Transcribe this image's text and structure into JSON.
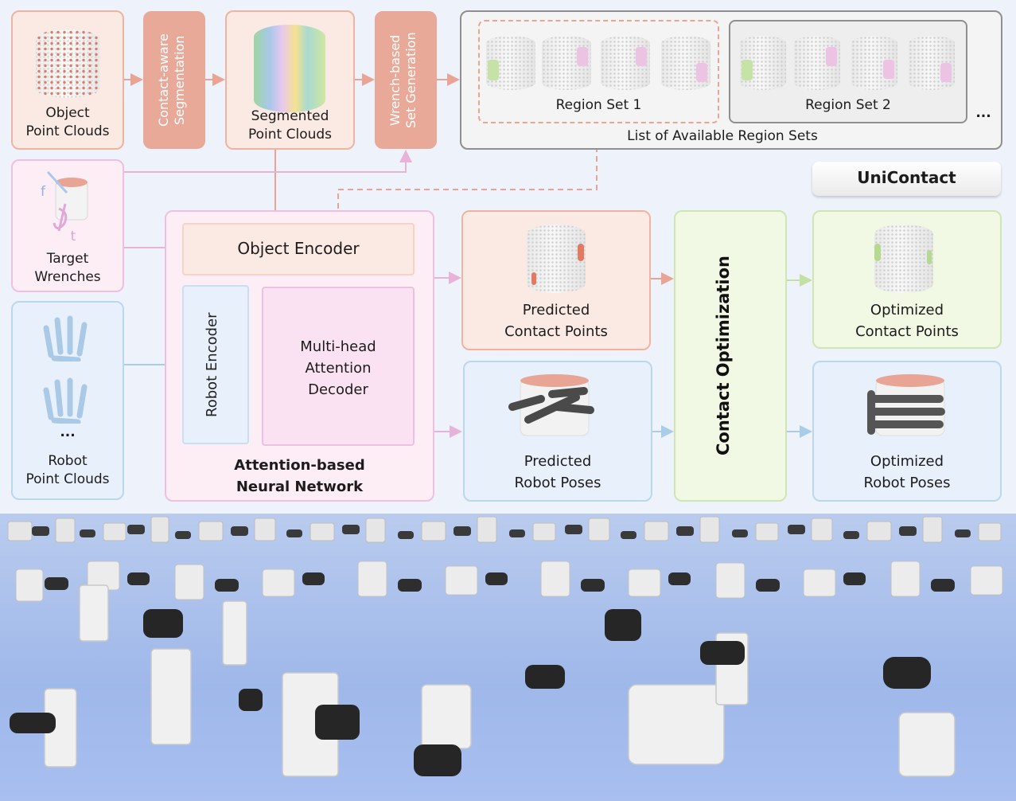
{
  "labels": {
    "object_point_clouds": [
      "Object",
      "Point Clouds"
    ],
    "contact_aware_segmentation": [
      "Contact-aware",
      "Segmentation"
    ],
    "segmented_point_clouds": [
      "Segmented",
      "Point Clouds"
    ],
    "wrench_based_set_generation": [
      "Wrench-based",
      "Set Generation"
    ],
    "region_set_1": "Region Set 1",
    "region_set_2": "Region Set 2",
    "ellipsis": "...",
    "list_of_region_sets": "List of Available Region Sets",
    "unicontact": "UniContact",
    "target_wrenches": [
      "Target",
      "Wrenches"
    ],
    "wrench_f": "f",
    "wrench_t": "t",
    "object_encoder": "Object Encoder",
    "robot_encoder": "Robot Encoder",
    "attention_decoder": [
      "Multi-head",
      "Attention",
      "Decoder"
    ],
    "network": [
      "Attention-based",
      "Neural Network"
    ],
    "robot_ellipsis": "...",
    "robot_point_clouds": [
      "Robot",
      "Point Clouds"
    ],
    "predicted_contact_points": [
      "Predicted",
      "Contact Points"
    ],
    "predicted_robot_poses": [
      "Predicted",
      "Robot Poses"
    ],
    "contact_optimization": "Contact Optimization",
    "optimized_contact_points": [
      "Optimized",
      "Contact Points"
    ],
    "optimized_robot_poses": [
      "Optimized",
      "Robot Poses"
    ]
  },
  "colors": {
    "salmon_fill": "#fbeae4",
    "salmon_border": "#f0b3a2",
    "salmon_solid": "#e9a999",
    "pink_fill": "#fdeef6",
    "pink_border": "#efbfe0",
    "blue_fill": "#e8f1fb",
    "blue_border": "#b9d8ee",
    "green_fill": "#f1f8e4",
    "green_border": "#cfe5b2",
    "gray_border": "#8f8f8f"
  }
}
